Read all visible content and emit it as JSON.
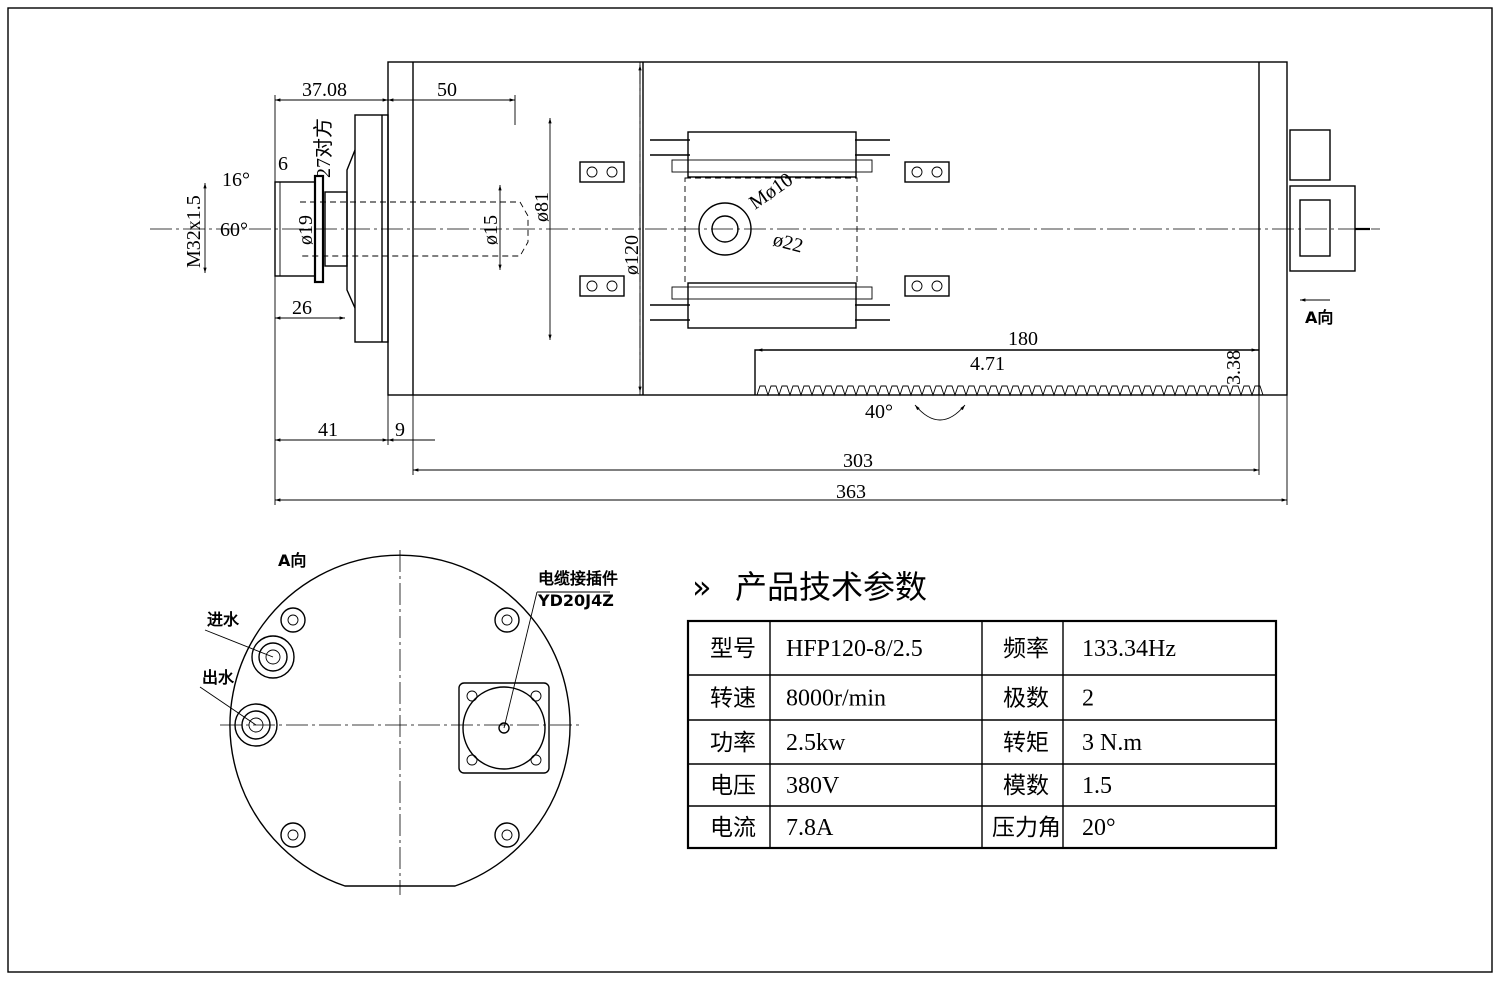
{
  "dimensions": {
    "d37_08": "37.08",
    "d50": "50",
    "d6": "6",
    "d16deg": "16°",
    "d60deg": "60°",
    "d27": "27对方",
    "thread": "M32x1.5",
    "dia19": "ø19",
    "dia15": "ø15",
    "dia81": "ø81",
    "dia120": "ø120",
    "m10": "Mø10",
    "dia22": "ø22",
    "d26": "26",
    "d41": "41",
    "d9": "9",
    "d303": "303",
    "d363": "363",
    "d180": "180",
    "d4_71": "4.71",
    "d3_38": "3.38",
    "d40deg": "40°",
    "a_dir": "A向"
  },
  "end_view": {
    "title": "A向",
    "water_in": "进水",
    "water_out": "出水",
    "connector_label": "电缆接插件",
    "connector_model": "YD20J4Z"
  },
  "specs": {
    "title": "产品技术参数",
    "rows": [
      {
        "k1": "型号",
        "v1": "HFP120-8/2.5",
        "k2": "频率",
        "v2": "133.34Hz"
      },
      {
        "k1": "转速",
        "v1": "8000r/min",
        "k2": "极数",
        "v2": "2"
      },
      {
        "k1": "功率",
        "v1": "2.5kw",
        "k2": "转矩",
        "v2": "3 N.m"
      },
      {
        "k1": "电压",
        "v1": "380V",
        "k2": "模数",
        "v2": "1.5"
      },
      {
        "k1": "电流",
        "v1": "7.8A",
        "k2": "压力角",
        "v2": " 20°"
      }
    ]
  }
}
